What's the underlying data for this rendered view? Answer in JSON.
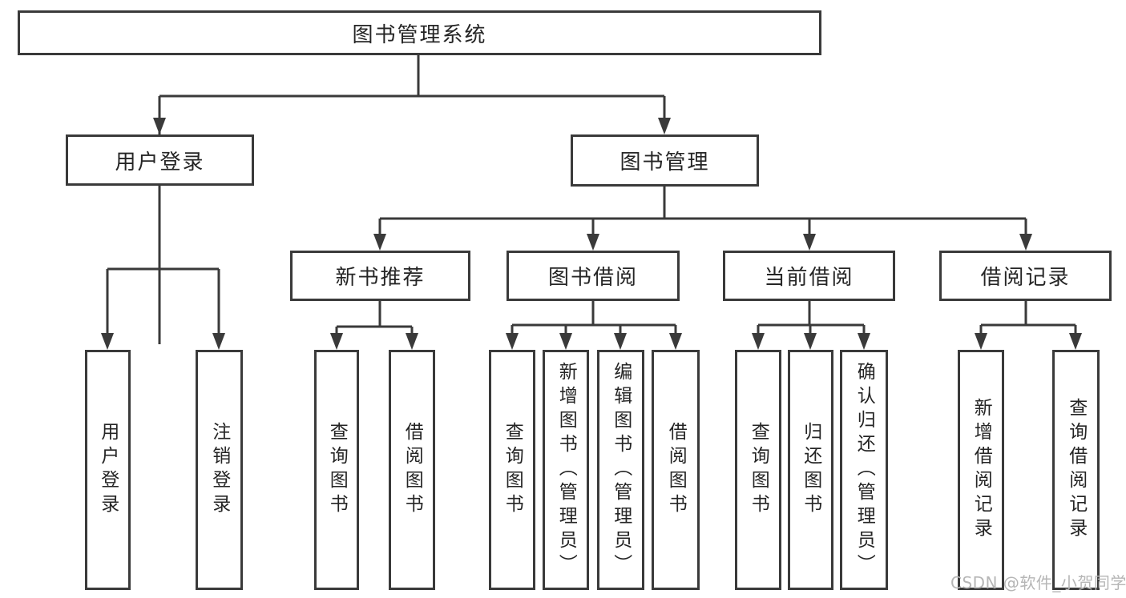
{
  "tree": {
    "label": "图书管理系统",
    "children": [
      {
        "label": "用户登录",
        "children": [
          {
            "label": "用户登录"
          },
          {
            "label": "注销登录"
          }
        ]
      },
      {
        "label": "图书管理",
        "children": [
          {
            "label": "新书推荐",
            "children": [
              {
                "label": "查询图书"
              },
              {
                "label": "借阅图书"
              }
            ]
          },
          {
            "label": "图书借阅",
            "children": [
              {
                "label": "查询图书"
              },
              {
                "label": "新增图书（管理员）"
              },
              {
                "label": "编辑图书（管理员）"
              },
              {
                "label": "借阅图书"
              }
            ]
          },
          {
            "label": "当前借阅",
            "children": [
              {
                "label": "查询图书"
              },
              {
                "label": "归还图书"
              },
              {
                "label": "确认归还（管理员）"
              }
            ]
          },
          {
            "label": "借阅记录",
            "children": [
              {
                "label": "新增借阅记录"
              },
              {
                "label": "查询借阅记录"
              }
            ]
          }
        ]
      }
    ]
  },
  "watermark": {
    "text": "CSDN @软件_小贺同学"
  },
  "colors": {
    "line": "#3a3a3a",
    "box_border": "#3a3a3a",
    "box_fill": "#ffffff",
    "text": "#252525",
    "watermark": "#b6b6b6",
    "background": "#ffffff"
  }
}
